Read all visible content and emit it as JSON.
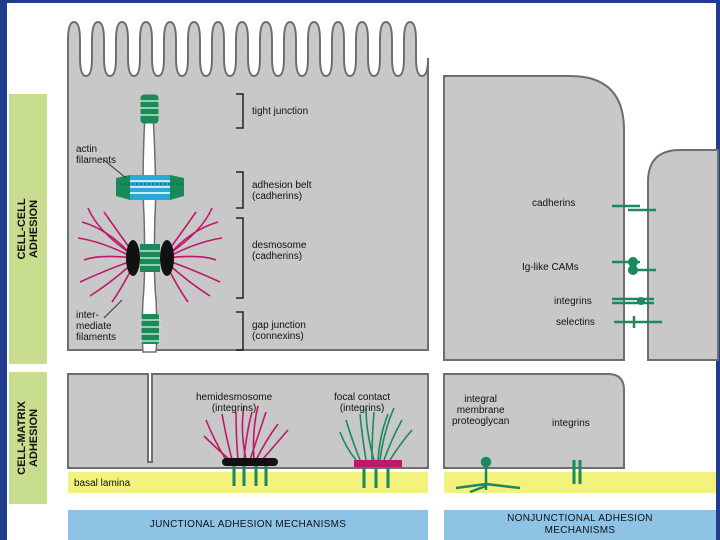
{
  "section_labels": {
    "cell_cell": "CELL-CELL\nADHESION",
    "cell_matrix": "CELL-MATRIX\nADHESION"
  },
  "junction_labels": {
    "tight_junction": "tight junction",
    "adhesion_belt": "adhesion belt\n(cadherins)",
    "desmosome": "desmosome\n(cadherins)",
    "gap_junction": "gap junction\n(connexins)"
  },
  "filament_labels": {
    "actin": "actin\nfilaments",
    "intermediate": "inter-\nmediate\nfilaments"
  },
  "matrix_labels": {
    "hemidesmosome": "hemidesmosome\n(integrins)",
    "focal_contact": "focal contact\n(integrins)",
    "basal_lamina": "basal lamina",
    "integral_proteoglycan": "integral\nmembrane\nproteoglycan",
    "integrins_right": "integrins"
  },
  "nonjunctional_labels": {
    "cadherins": "cadherins",
    "ig_like_cams": "Ig-like CAMs",
    "integrins": "integrins",
    "selectins": "selectins"
  },
  "footer": {
    "junctional": "JUNCTIONAL ADHESION MECHANISMS",
    "nonjunctional": "NONJUNCTIONAL ADHESION\nMECHANISMS"
  },
  "colors": {
    "cell": "#c8c8c8",
    "cell_outline": "#6e6e6e",
    "green_panel": "#c9dd8f",
    "basal_lamina": "#f2f27c",
    "footer": "#8ec3e6",
    "junction_green": "#1a8a5a",
    "cadherin_blue": "#2aa8d8",
    "filament_magenta": "#c0176c",
    "frame_blue": "#1f3f8e"
  }
}
